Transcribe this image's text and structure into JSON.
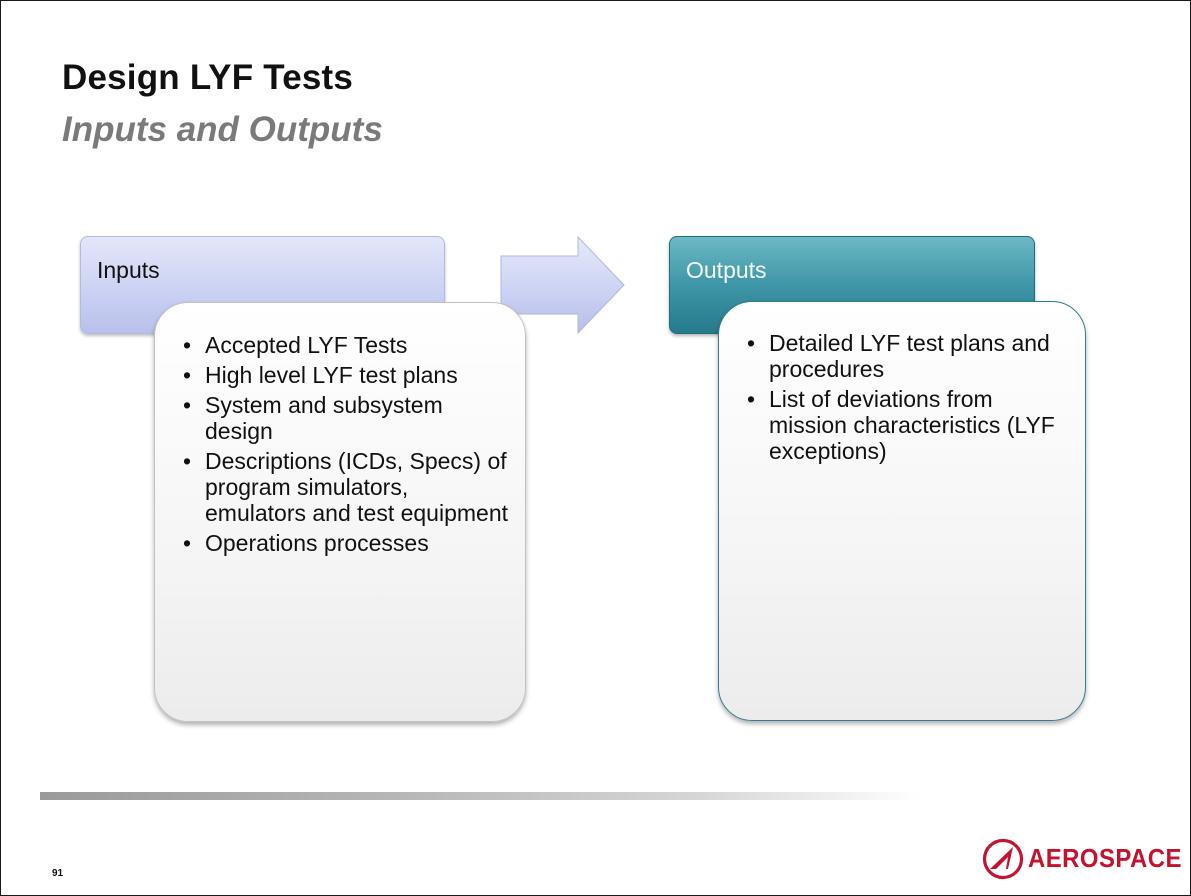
{
  "slide": {
    "title": "Design LYF Tests",
    "subtitle": "Inputs and Outputs",
    "page_number": "91"
  },
  "inputs": {
    "header": "Inputs",
    "bullets": [
      "Accepted LYF Tests",
      "High level LYF test plans",
      "System and subsystem design",
      "Descriptions (ICDs, Specs) of program simulators, emulators and test equipment",
      "Operations processes"
    ]
  },
  "outputs": {
    "header": "Outputs",
    "bullets": [
      "Detailed LYF test plans and procedures",
      "List of deviations from mission characteristics (LYF exceptions)"
    ]
  },
  "logo": {
    "text": "AEROSPACE",
    "color": "#c4122f"
  },
  "colors": {
    "inputs_header": "#ccd2f3",
    "outputs_header": "#3f96a6",
    "arrow": "#c9d0f1"
  }
}
